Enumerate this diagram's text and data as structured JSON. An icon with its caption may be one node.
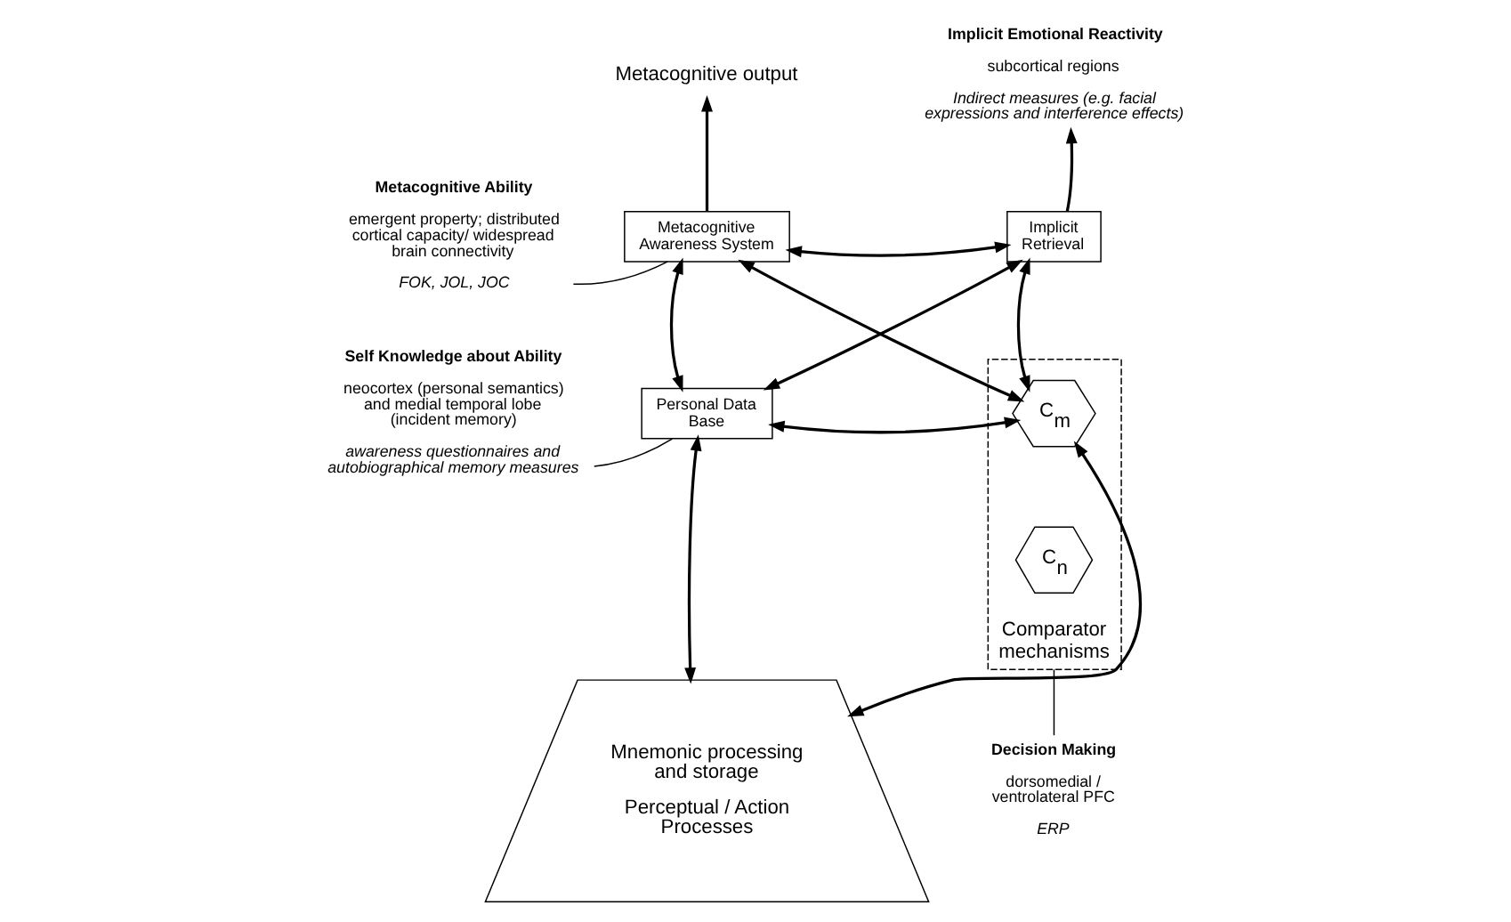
{
  "diagram": {
    "nodes": [
      {
        "text": [
          "Metacognitive output"
        ]
      },
      {
        "text": [
          "Metacognitive Awareness System"
        ]
      },
      {
        "text": [
          "Implicit Retrieval"
        ]
      },
      {
        "text": [
          "Personal Data Base"
        ]
      },
      {
        "text": [
          "Comparator mechanisms"
        ]
      },
      {
        "text": [
          "C$_{m}$"
        ],
        "in": 4
      },
      {
        "text": [
          "C$_{n}$"
        ],
        "in": 4
      },
      {
        "text": [
          "Mnemonic processing and storage",
          "Perceptual / Action Processes"
        ]
      },
      {
        "text": [
          "Metacognitive Ability",
          "emergent property; distributed cortical capacity/ widespread brain connectivity",
          "FOK, JOL, JOC"
        ]
      },
      {
        "text": [
          "Implicit Emotional Reactivity",
          "subcortical regions",
          "Indirect measures (e.g. facial expressions and interference effects)"
        ]
      },
      {
        "text": [
          "Self Knowledge about Ability",
          "neocortex (personal semantics) and medial temporal lobe (incident memory)",
          "awareness questionnaires and autobiographical memory measures"
        ]
      },
      {
        "text": [
          "Decision Making",
          "dorsomedial / ventrolateral PFC",
          "ERP"
        ]
      }
    ],
    "edges": [
      {
        "from": 1,
        "to": 0,
        "arrow": "to"
      },
      {
        "from": 1,
        "to": 3,
        "arrow": "both"
      },
      {
        "from": 1,
        "to": 2,
        "arrow": "both"
      },
      {
        "from": 3,
        "to": 5,
        "arrow": "both"
      },
      {
        "from": 1,
        "to": 5,
        "arrow": "both"
      },
      {
        "from": 3,
        "to": 2,
        "arrow": "both"
      },
      {
        "from": 5,
        "to": 2,
        "arrow": "both"
      },
      {
        "from": 2,
        "to": 9,
        "arrow": "to"
      },
      {
        "from": 3,
        "to": 7,
        "arrow": "both"
      },
      {
        "from": 7,
        "to": 5,
        "arrow": "both"
      },
      {
        "from": 8,
        "to": 1,
        "arrow": "none"
      },
      {
        "from": 10,
        "to": 3,
        "arrow": "none"
      },
      {
        "from": 11,
        "to": 4,
        "arrow": "none"
      }
    ]
  }
}
